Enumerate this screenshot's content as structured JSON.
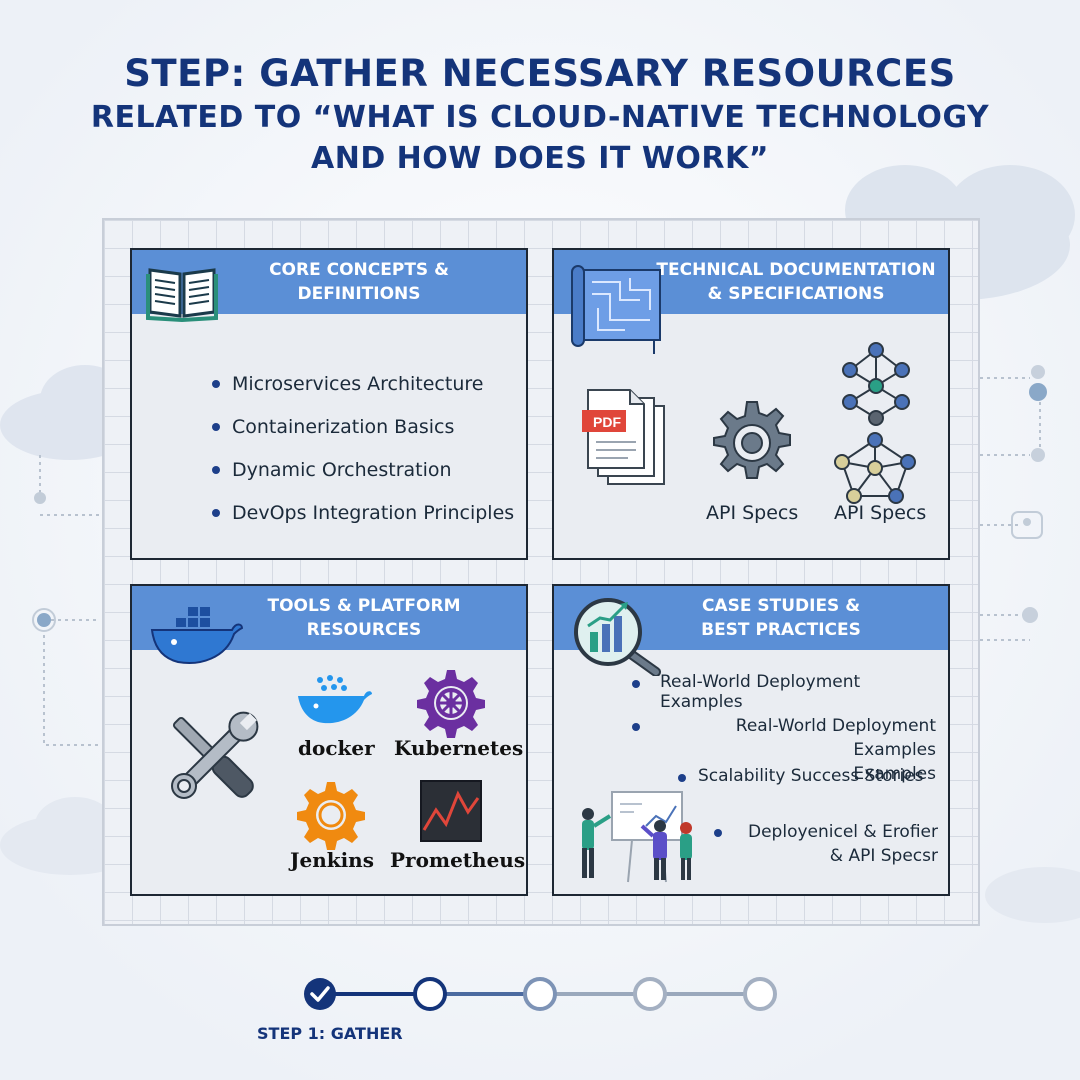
{
  "title": {
    "line1": "STEP: GATHER NECESSARY RESOURCES",
    "line2": "RELATED TO “WHAT IS CLOUD-NATIVE TECHNOLOGY",
    "line3": "AND HOW DOES IT WORK”"
  },
  "cards": {
    "core": {
      "header_l1": "CORE CONCEPTS &",
      "header_l2": "DEFINITIONS",
      "items": [
        "Microservices Architecture",
        "Containerization Basics",
        "Dynamic Orchestration",
        "DevOps Integration Principles"
      ]
    },
    "tech": {
      "header_l1": "TECHNICAL DOCUMENTATION",
      "header_l2": "& SPECIFICATIONS",
      "pdf_badge": "PDF",
      "label_1": "API Specs",
      "label_2": "API Specs"
    },
    "tools": {
      "header_l1": "TOOLS & PLATFORM",
      "header_l2": "RESOURCES",
      "docker": "docker",
      "kubernetes": "Kubernetes",
      "jenkins": "Jenkins",
      "prometheus": "Prometheus"
    },
    "cases": {
      "header_l1": "CASE STUDIES &",
      "header_l2": "BEST PRACTICES",
      "item1": "Real-World Deployment Examples",
      "item2_l1": "Real-World Deployment Examples",
      "item2_l2": "Examples",
      "item3": "Scalability Success Stories",
      "item4_l1": "Deployenicel & Erofier",
      "item4_l2": "& API Specsr"
    }
  },
  "stepper": {
    "label": "STEP 1: GATHER",
    "steps": [
      {
        "state": "done"
      },
      {
        "state": "current"
      },
      {
        "state": "todo"
      },
      {
        "state": "todo"
      },
      {
        "state": "todo"
      }
    ]
  },
  "colors": {
    "accent": "#5b8fd6",
    "navy": "#14347a",
    "docker": "#2496ed",
    "kubernetes": "#6b2fa0",
    "jenkins": "#f08a10",
    "prometheus_line": "#e0463a"
  }
}
